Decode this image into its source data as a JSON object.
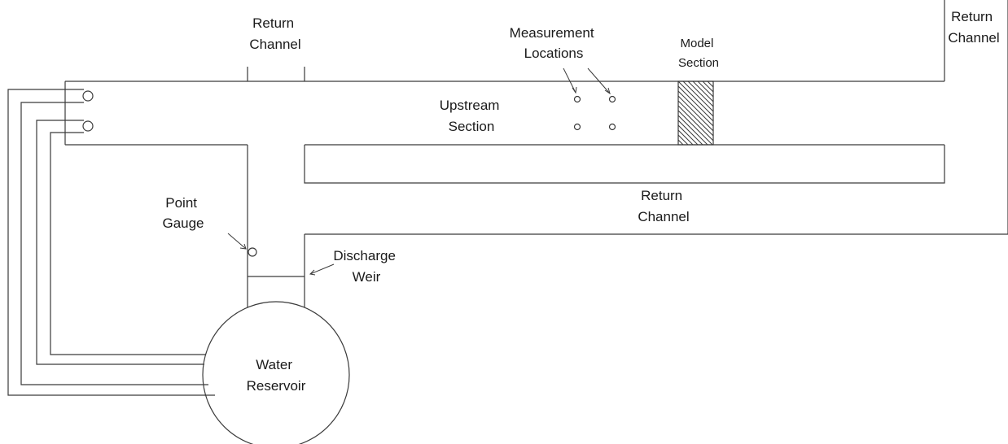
{
  "labels": {
    "return_channel_top": [
      "Return",
      "Channel"
    ],
    "return_channel_right": [
      "Return",
      "Channel"
    ],
    "return_channel_middle": [
      "Return",
      "Channel"
    ],
    "measurement_locations": [
      "Measurement",
      "Locations"
    ],
    "model_section": [
      "Model",
      "Section"
    ],
    "upstream_section": [
      "Upstream",
      "Section"
    ],
    "point_gauge": [
      "Point",
      "Gauge"
    ],
    "discharge_weir": [
      "Discharge",
      "Weir"
    ],
    "water_reservoir": [
      "Water",
      "Reservoir"
    ]
  },
  "colors": {
    "line": "#3a3a3a",
    "text": "#1a1a1a",
    "background": "#ffffff"
  }
}
